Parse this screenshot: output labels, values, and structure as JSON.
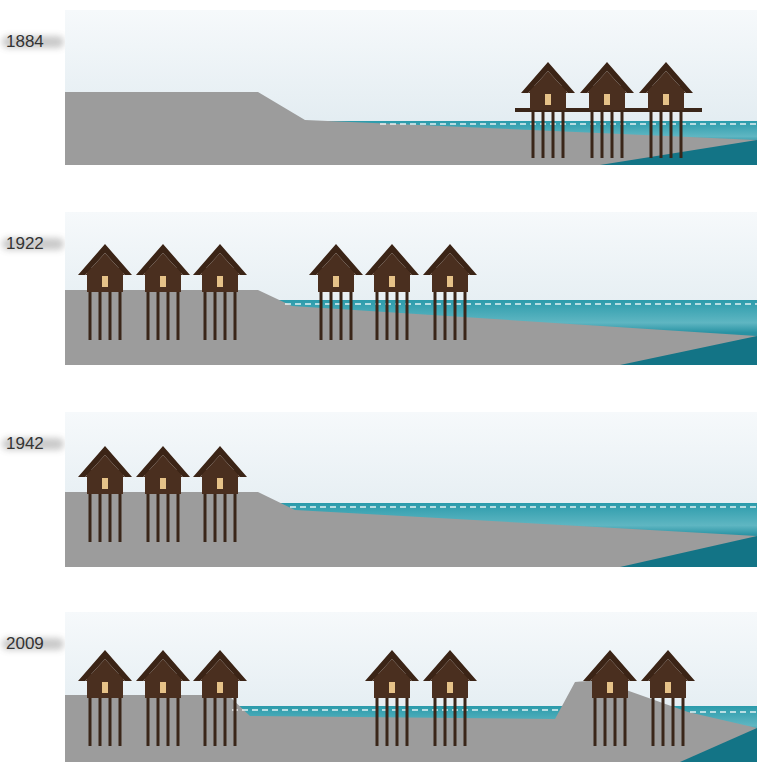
{
  "diagram": {
    "labels": [
      "1884",
      "1922",
      "1942",
      "2009"
    ]
  }
}
